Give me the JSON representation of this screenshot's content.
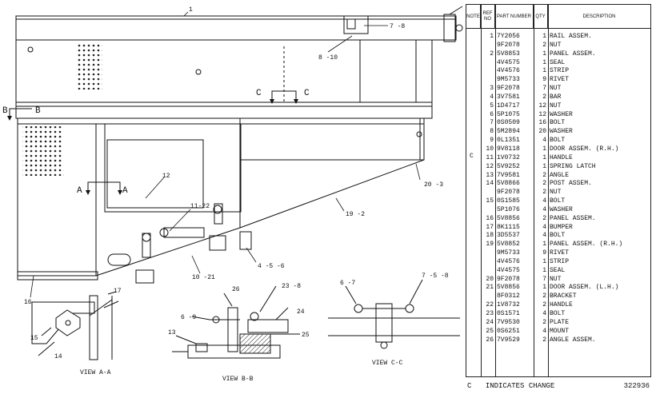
{
  "table": {
    "headers": {
      "note": "NOTE",
      "ref_no": "REF NO",
      "part_number": "PART NUMBER",
      "qty": "QTY",
      "description": "DESCRIPTION"
    },
    "note_marker": "C",
    "rows": [
      {
        "ref": "1",
        "part": "7Y2056",
        "qty": "1",
        "desc": "RAIL ASSEM."
      },
      {
        "ref": "",
        "part": "9F2078",
        "qty": "2",
        "desc": "  NUT"
      },
      {
        "ref": "2",
        "part": "5V8853",
        "qty": "1",
        "desc": "PANEL ASSEM."
      },
      {
        "ref": "",
        "part": "4V4575",
        "qty": "1",
        "desc": "  SEAL"
      },
      {
        "ref": "",
        "part": "4V4576",
        "qty": "1",
        "desc": "  STRIP"
      },
      {
        "ref": "",
        "part": "9M5733",
        "qty": "9",
        "desc": "  RIVET"
      },
      {
        "ref": "3",
        "part": "9F2078",
        "qty": "7",
        "desc": "  NUT"
      },
      {
        "ref": "4",
        "part": "3V7581",
        "qty": "2",
        "desc": "BAR"
      },
      {
        "ref": "5",
        "part": "1D4717",
        "qty": "12",
        "desc": "NUT"
      },
      {
        "ref": "6",
        "part": "5P1075",
        "qty": "12",
        "desc": "WASHER"
      },
      {
        "ref": "7",
        "part": "0S0509",
        "qty": "16",
        "desc": "BOLT"
      },
      {
        "ref": "8",
        "part": "5M2894",
        "qty": "20",
        "desc": "WASHER"
      },
      {
        "ref": "9",
        "part": "0L1351",
        "qty": "4",
        "desc": "BOLT"
      },
      {
        "ref": "10",
        "part": "9V8118",
        "qty": "1",
        "desc": "DOOR ASSEM. (R.H.)"
      },
      {
        "ref": "11",
        "part": "1V0732",
        "qty": "1",
        "desc": "  HANDLE"
      },
      {
        "ref": "12",
        "part": "5V9252",
        "qty": "1",
        "desc": "  SPRING LATCH"
      },
      {
        "ref": "13",
        "part": "7V9581",
        "qty": "2",
        "desc": "ANGLE"
      },
      {
        "ref": "14",
        "part": "5V8866",
        "qty": "2",
        "desc": "POST ASSEM."
      },
      {
        "ref": "",
        "part": "9F2078",
        "qty": "2",
        "desc": "  NUT"
      },
      {
        "ref": "15",
        "part": "0S1585",
        "qty": "4",
        "desc": "BOLT"
      },
      {
        "ref": "",
        "part": "5P1076",
        "qty": "4",
        "desc": "WASHER"
      },
      {
        "ref": "16",
        "part": "5V8856",
        "qty": "2",
        "desc": "PANEL ASSEM."
      },
      {
        "ref": "17",
        "part": "8K1115",
        "qty": "4",
        "desc": "BUMPER"
      },
      {
        "ref": "18",
        "part": "3D5537",
        "qty": "4",
        "desc": "BOLT"
      },
      {
        "ref": "19",
        "part": "5V8852",
        "qty": "1",
        "desc": "PANEL ASSEM. (R.H.)"
      },
      {
        "ref": "",
        "part": "9M5733",
        "qty": "9",
        "desc": "  RIVET"
      },
      {
        "ref": "",
        "part": "4V4576",
        "qty": "1",
        "desc": "  STRIP"
      },
      {
        "ref": "",
        "part": "4V4575",
        "qty": "1",
        "desc": "  SEAL"
      },
      {
        "ref": "20",
        "part": "9F2078",
        "qty": "7",
        "desc": "  NUT"
      },
      {
        "ref": "21",
        "part": "5V8856",
        "qty": "1",
        "desc": "DOOR ASSEM. (L.H.)"
      },
      {
        "ref": "",
        "part": "8F0312",
        "qty": "2",
        "desc": "  BRACKET"
      },
      {
        "ref": "22",
        "part": "1V8732",
        "qty": "2",
        "desc": "  HANDLE"
      },
      {
        "ref": "23",
        "part": "0S1571",
        "qty": "4",
        "desc": "BOLT"
      },
      {
        "ref": "24",
        "part": "7V9530",
        "qty": "2",
        "desc": "PLATE"
      },
      {
        "ref": "25",
        "part": "0S6251",
        "qty": "4",
        "desc": "MOUNT"
      },
      {
        "ref": "26",
        "part": "7V9529",
        "qty": "2",
        "desc": "ANGLE ASSEM."
      }
    ]
  },
  "legend": {
    "marker": "C",
    "text": "INDICATES CHANGE"
  },
  "figure_number": "322936",
  "callouts": {
    "c1": "1",
    "c78": "7 -8",
    "c810": "8 -10",
    "secB": "B",
    "secBb": "B",
    "secC": "C",
    "secCb": "C",
    "secA": "A",
    "secAb": "A",
    "c12": "12",
    "c1122": "11-22",
    "c203": "20 -3",
    "c192": "19 -2",
    "c456": "4 -5 -6",
    "c1021": "10 -21",
    "c16": "16",
    "c17": "17",
    "c15": "15",
    "c14": "14",
    "c26": "26",
    "c69": "6 -9",
    "c238": "23 -8",
    "c24": "24",
    "c25": "25",
    "c13": "13",
    "c67": "6 -7",
    "c758": "7 -5 -8",
    "viewAA": "VIEW A-A",
    "viewBB": "VIEW B-B",
    "viewCC": "VIEW C-C"
  }
}
